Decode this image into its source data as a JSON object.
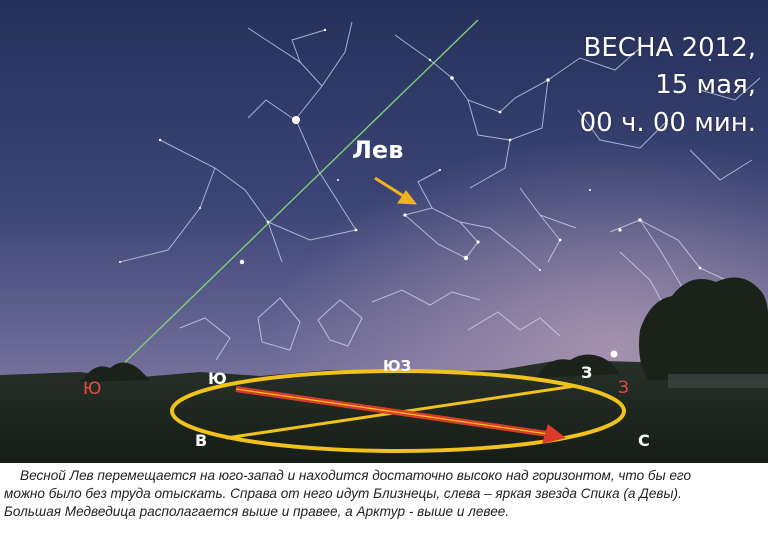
{
  "title": {
    "line1": "ВЕСНА 2012,",
    "line2": "15 мая,",
    "line3": "00 ч. 00 мин."
  },
  "constellation_label": "Лев",
  "directions": {
    "south_red": "Ю",
    "south": "Ю",
    "southwest": "ЮЗ",
    "west": "З",
    "west_red": "З",
    "east": "В",
    "north": "С"
  },
  "caption": {
    "line1": "Весной Лев перемещается на юго-запад и находится достаточно высоко над горизонтом, что бы его",
    "line2": "можно было без труда отыскать. Справа от него идут Близнецы, слева – яркая звезда Спика (a Девы).",
    "line3": "Большая Медведица располагается выше и правее, а Арктур - выше и левее."
  },
  "colors": {
    "sky_top": "#2a3560",
    "sky_mid": "#5a5f8e",
    "horizon_glow": "#9c8fae",
    "ground": "#1f2a22",
    "ellipse": "#f1c21b",
    "arrow_red": "#d93a2b",
    "pointer_yellow": "#f2b21f",
    "ecliptic_green": "#7fcf7a"
  }
}
